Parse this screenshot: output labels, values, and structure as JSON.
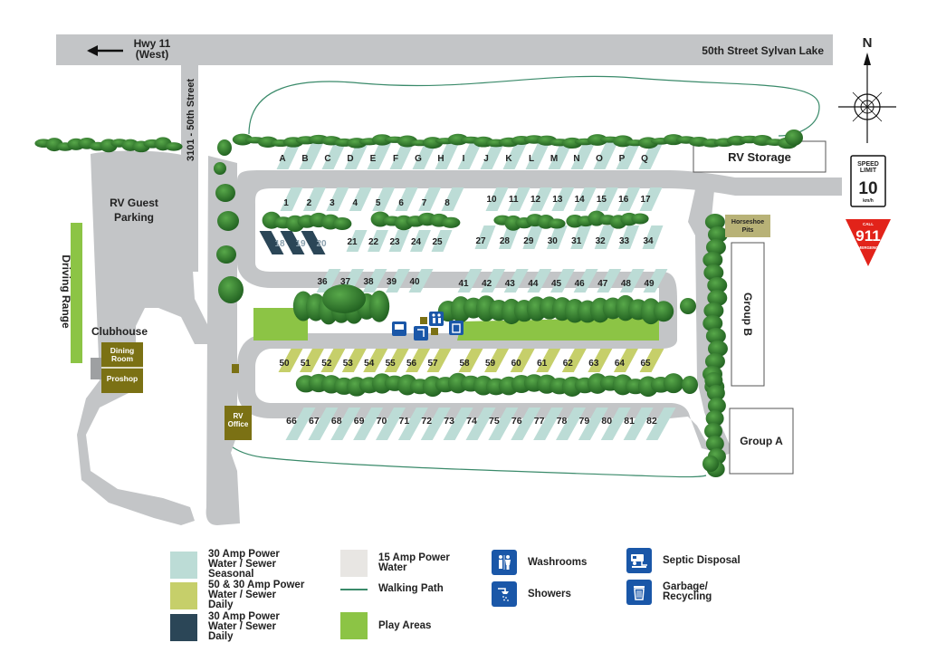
{
  "roads": {
    "top_left": "Hwy 11\n(West)",
    "top_right": "50th Street Sylvan Lake",
    "vertical": "3101 - 50th Street"
  },
  "areas": {
    "rv_guest_parking": "RV Guest\nParking",
    "driving_range": "Driving Range",
    "clubhouse": "Clubhouse",
    "dining_room": "Dining\nRoom",
    "proshop": "Proshop",
    "rv_office": "RV\nOffice",
    "rv_storage": "RV Storage",
    "horseshoe_pits": "Horseshoe\nPits",
    "group_b": "Group B",
    "group_a": "Group A"
  },
  "signs": {
    "north": "N",
    "speed_limit_title": "SPEED\nLIMIT",
    "speed_limit_value": "10",
    "speed_limit_unit": "km/h",
    "emergency_top": "CALL",
    "emergency_number": "911",
    "emergency_bottom": "EMERGENCY"
  },
  "sites": {
    "letters": [
      "A",
      "B",
      "C",
      "D",
      "E",
      "F",
      "G",
      "H",
      "I",
      "J",
      "K",
      "L",
      "M",
      "N",
      "O",
      "P",
      "Q"
    ],
    "row1": [
      "1",
      "2",
      "3",
      "4",
      "5",
      "6",
      "7",
      "8",
      "10",
      "11",
      "12",
      "13",
      "14",
      "15",
      "16",
      "17"
    ],
    "row2_dark": [
      "18",
      "19",
      "20"
    ],
    "row2": [
      "21",
      "22",
      "23",
      "24",
      "25",
      "27",
      "28",
      "29",
      "30",
      "31",
      "32",
      "33",
      "34"
    ],
    "row3": [
      "36",
      "37",
      "38",
      "39",
      "40",
      "41",
      "42",
      "43",
      "44",
      "45",
      "46",
      "47",
      "48",
      "49"
    ],
    "row4": [
      "50",
      "51",
      "52",
      "53",
      "54",
      "55",
      "56",
      "57",
      "58",
      "59",
      "60",
      "61",
      "62",
      "63",
      "64",
      "65"
    ],
    "row5": [
      "66",
      "67",
      "68",
      "69",
      "70",
      "71",
      "72",
      "73",
      "74",
      "75",
      "76",
      "77",
      "78",
      "79",
      "80",
      "81",
      "82"
    ]
  },
  "legend": {
    "seasonal": "30 Amp Power\nWater / Sewer\nSeasonal",
    "daily_50_30": "50 & 30 Amp Power\nWater / Sewer\nDaily",
    "daily_30": "30 Amp Power\nWater / Sewer\nDaily",
    "amp15": "15 Amp Power\nWater",
    "walking_path": "Walking Path",
    "play_areas": "Play Areas",
    "washrooms": "Washrooms",
    "showers": "Showers",
    "septic": "Septic Disposal",
    "garbage": "Garbage/\nRecycling"
  },
  "colors": {
    "road": "#c3c5c7",
    "seasonal": "#bcdcd6",
    "daily_50_30": "#c6cf6a",
    "daily_30": "#2b4657",
    "amp15": "#e8e6e3",
    "play": "#8cc445",
    "path": "#3a8a6a",
    "tree": "#2f7a2c",
    "building": "#7b7114",
    "horseshoe": "#b8b277",
    "icon": "#1a57a8",
    "emergency": "#e2231a"
  }
}
